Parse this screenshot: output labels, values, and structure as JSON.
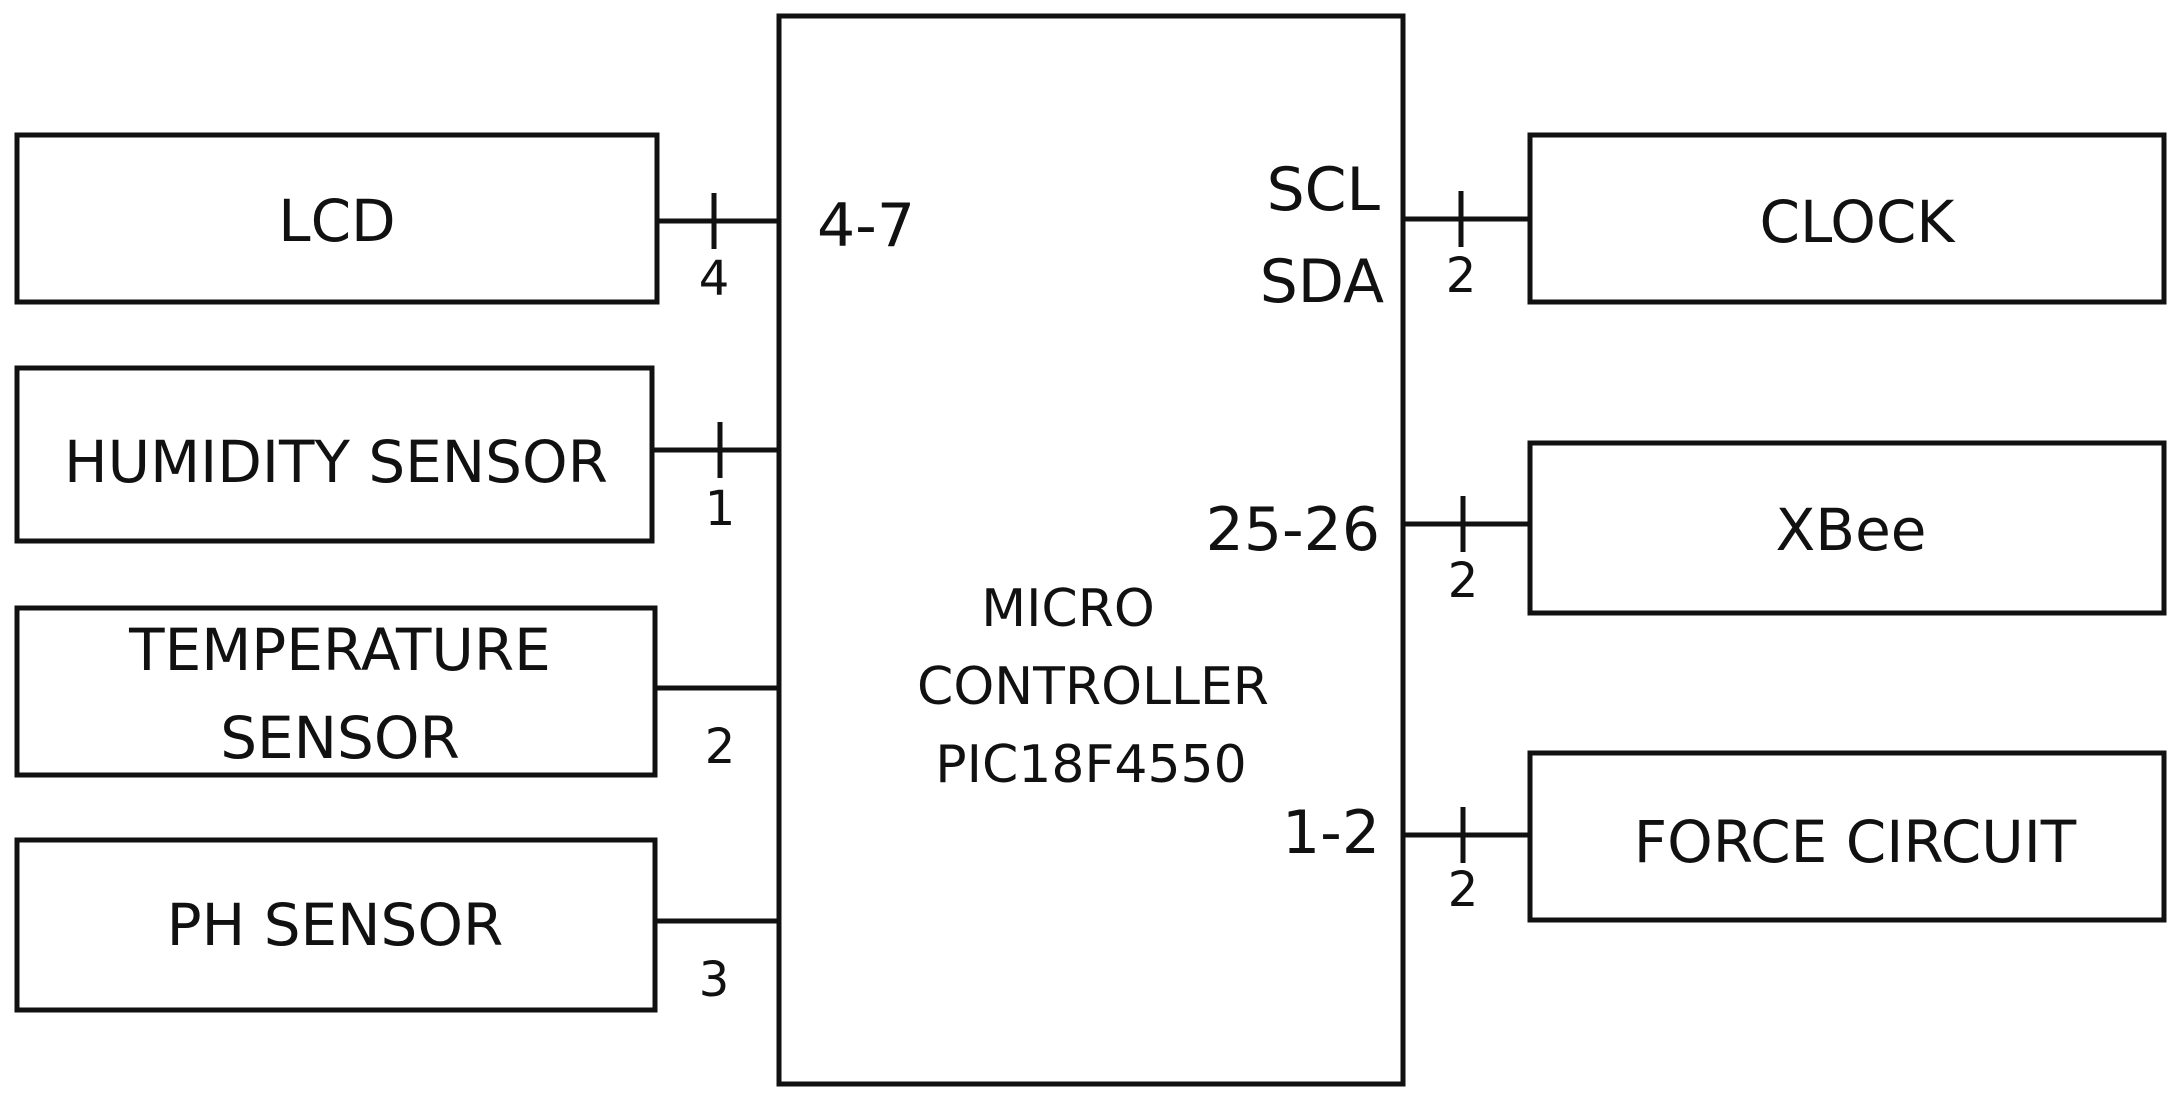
{
  "microcontroller": {
    "lines": [
      "MICRO",
      "CONTROLLER",
      "PIC18F4550"
    ]
  },
  "left_blocks": [
    {
      "label": "LCD",
      "bus_width": "4",
      "pin_label": "4-7"
    },
    {
      "label": "HUMIDITY SENSOR",
      "bus_width": "1"
    },
    {
      "label_lines": [
        "TEMPERATURE",
        "SENSOR"
      ],
      "bus_width": "2"
    },
    {
      "label": "PH SENSOR",
      "bus_width": "3"
    }
  ],
  "right_blocks": [
    {
      "label": "CLOCK",
      "bus_width": "2",
      "pin_labels": [
        "SCL",
        "SDA"
      ]
    },
    {
      "label": "XBee",
      "bus_width": "2",
      "pin_label": "25-26"
    },
    {
      "label": "FORCE CIRCUIT",
      "bus_width": "2",
      "pin_label": "1-2"
    }
  ]
}
